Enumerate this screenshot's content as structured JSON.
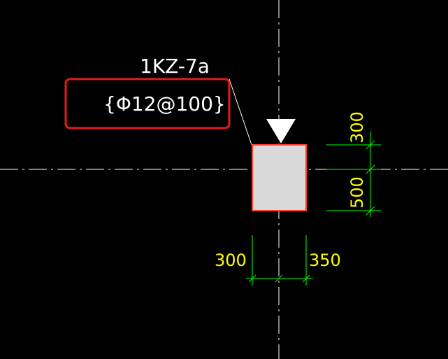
{
  "drawing": {
    "column_label": "1KZ-7a",
    "rebar_annotation": "{Φ12@100}",
    "dimensions": {
      "top": "300",
      "bottom": "500",
      "left": "300",
      "right": "350"
    }
  },
  "colors": {
    "background": "#000000",
    "axis": "#ffffff",
    "column_fill": "#d9d9d9",
    "column_stroke": "#ff3b30",
    "dimension_lines": "#00ff00",
    "dimension_text": "#ffff00",
    "label_text": "#ffffff",
    "highlight_box": "#e41b17"
  },
  "icons": {
    "marker": "triangle-down-icon"
  }
}
